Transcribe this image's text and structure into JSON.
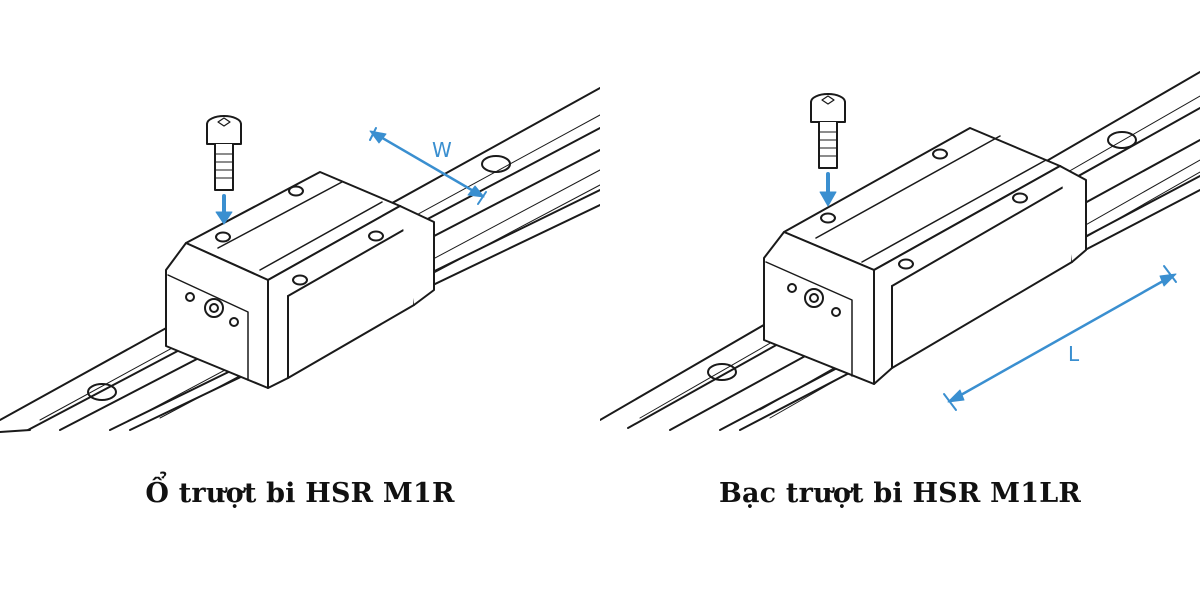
{
  "colors": {
    "line": "#1a1a1a",
    "accent": "#3a8fd0",
    "background": "#ffffff"
  },
  "icons": [
    "cap-screw-icon",
    "linear-rail-icon",
    "slider-block-icon",
    "arrow-down-icon"
  ],
  "panels": [
    {
      "caption": "Ổ trượt bi HSR M1R",
      "dimension_label": "W"
    },
    {
      "caption": "Bạc trượt bi HSR M1LR",
      "dimension_label": "L"
    }
  ]
}
